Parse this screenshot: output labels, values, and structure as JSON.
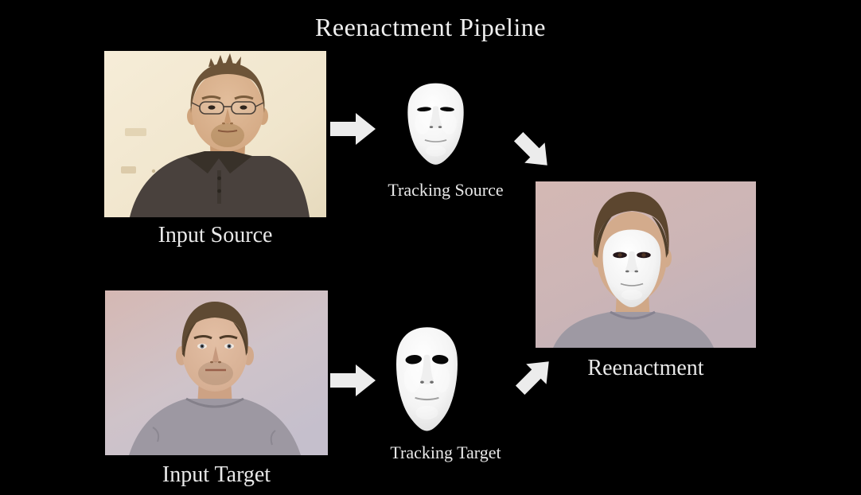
{
  "title": "Reenactment Pipeline",
  "labels": {
    "input_source": "Input Source",
    "tracking_source": "Tracking Source",
    "input_target": "Input Target",
    "tracking_target": "Tracking Target",
    "reenactment": "Reenactment"
  },
  "icons": {
    "arrow_right": "➜",
    "arrow_down_right": "↘",
    "arrow_up_right": "↗"
  },
  "images": {
    "input_source": "man with glasses, stubble and dark grey polo shirt in front of a cream wall",
    "tracking_source": "white 3D face model tracked from the source actor",
    "input_target": "young man in grey t-shirt in front of a pink-grey wall",
    "tracking_target": "white 3D face model tracked from the target actor",
    "reenactment": "target actor with the white 3D face model rendered over his face"
  },
  "colors": {
    "background": "#000000",
    "title_text": "#f0f0f0",
    "label_text": "#e9e9e9",
    "arrow": "#ececec",
    "source_wall": "#f1e7d0",
    "target_wall_pink": "#d3b6b1",
    "target_wall_grey": "#c9c2cd",
    "reenactment_wall": "#cfb3b0",
    "mask_white": "#f4f4f4"
  }
}
